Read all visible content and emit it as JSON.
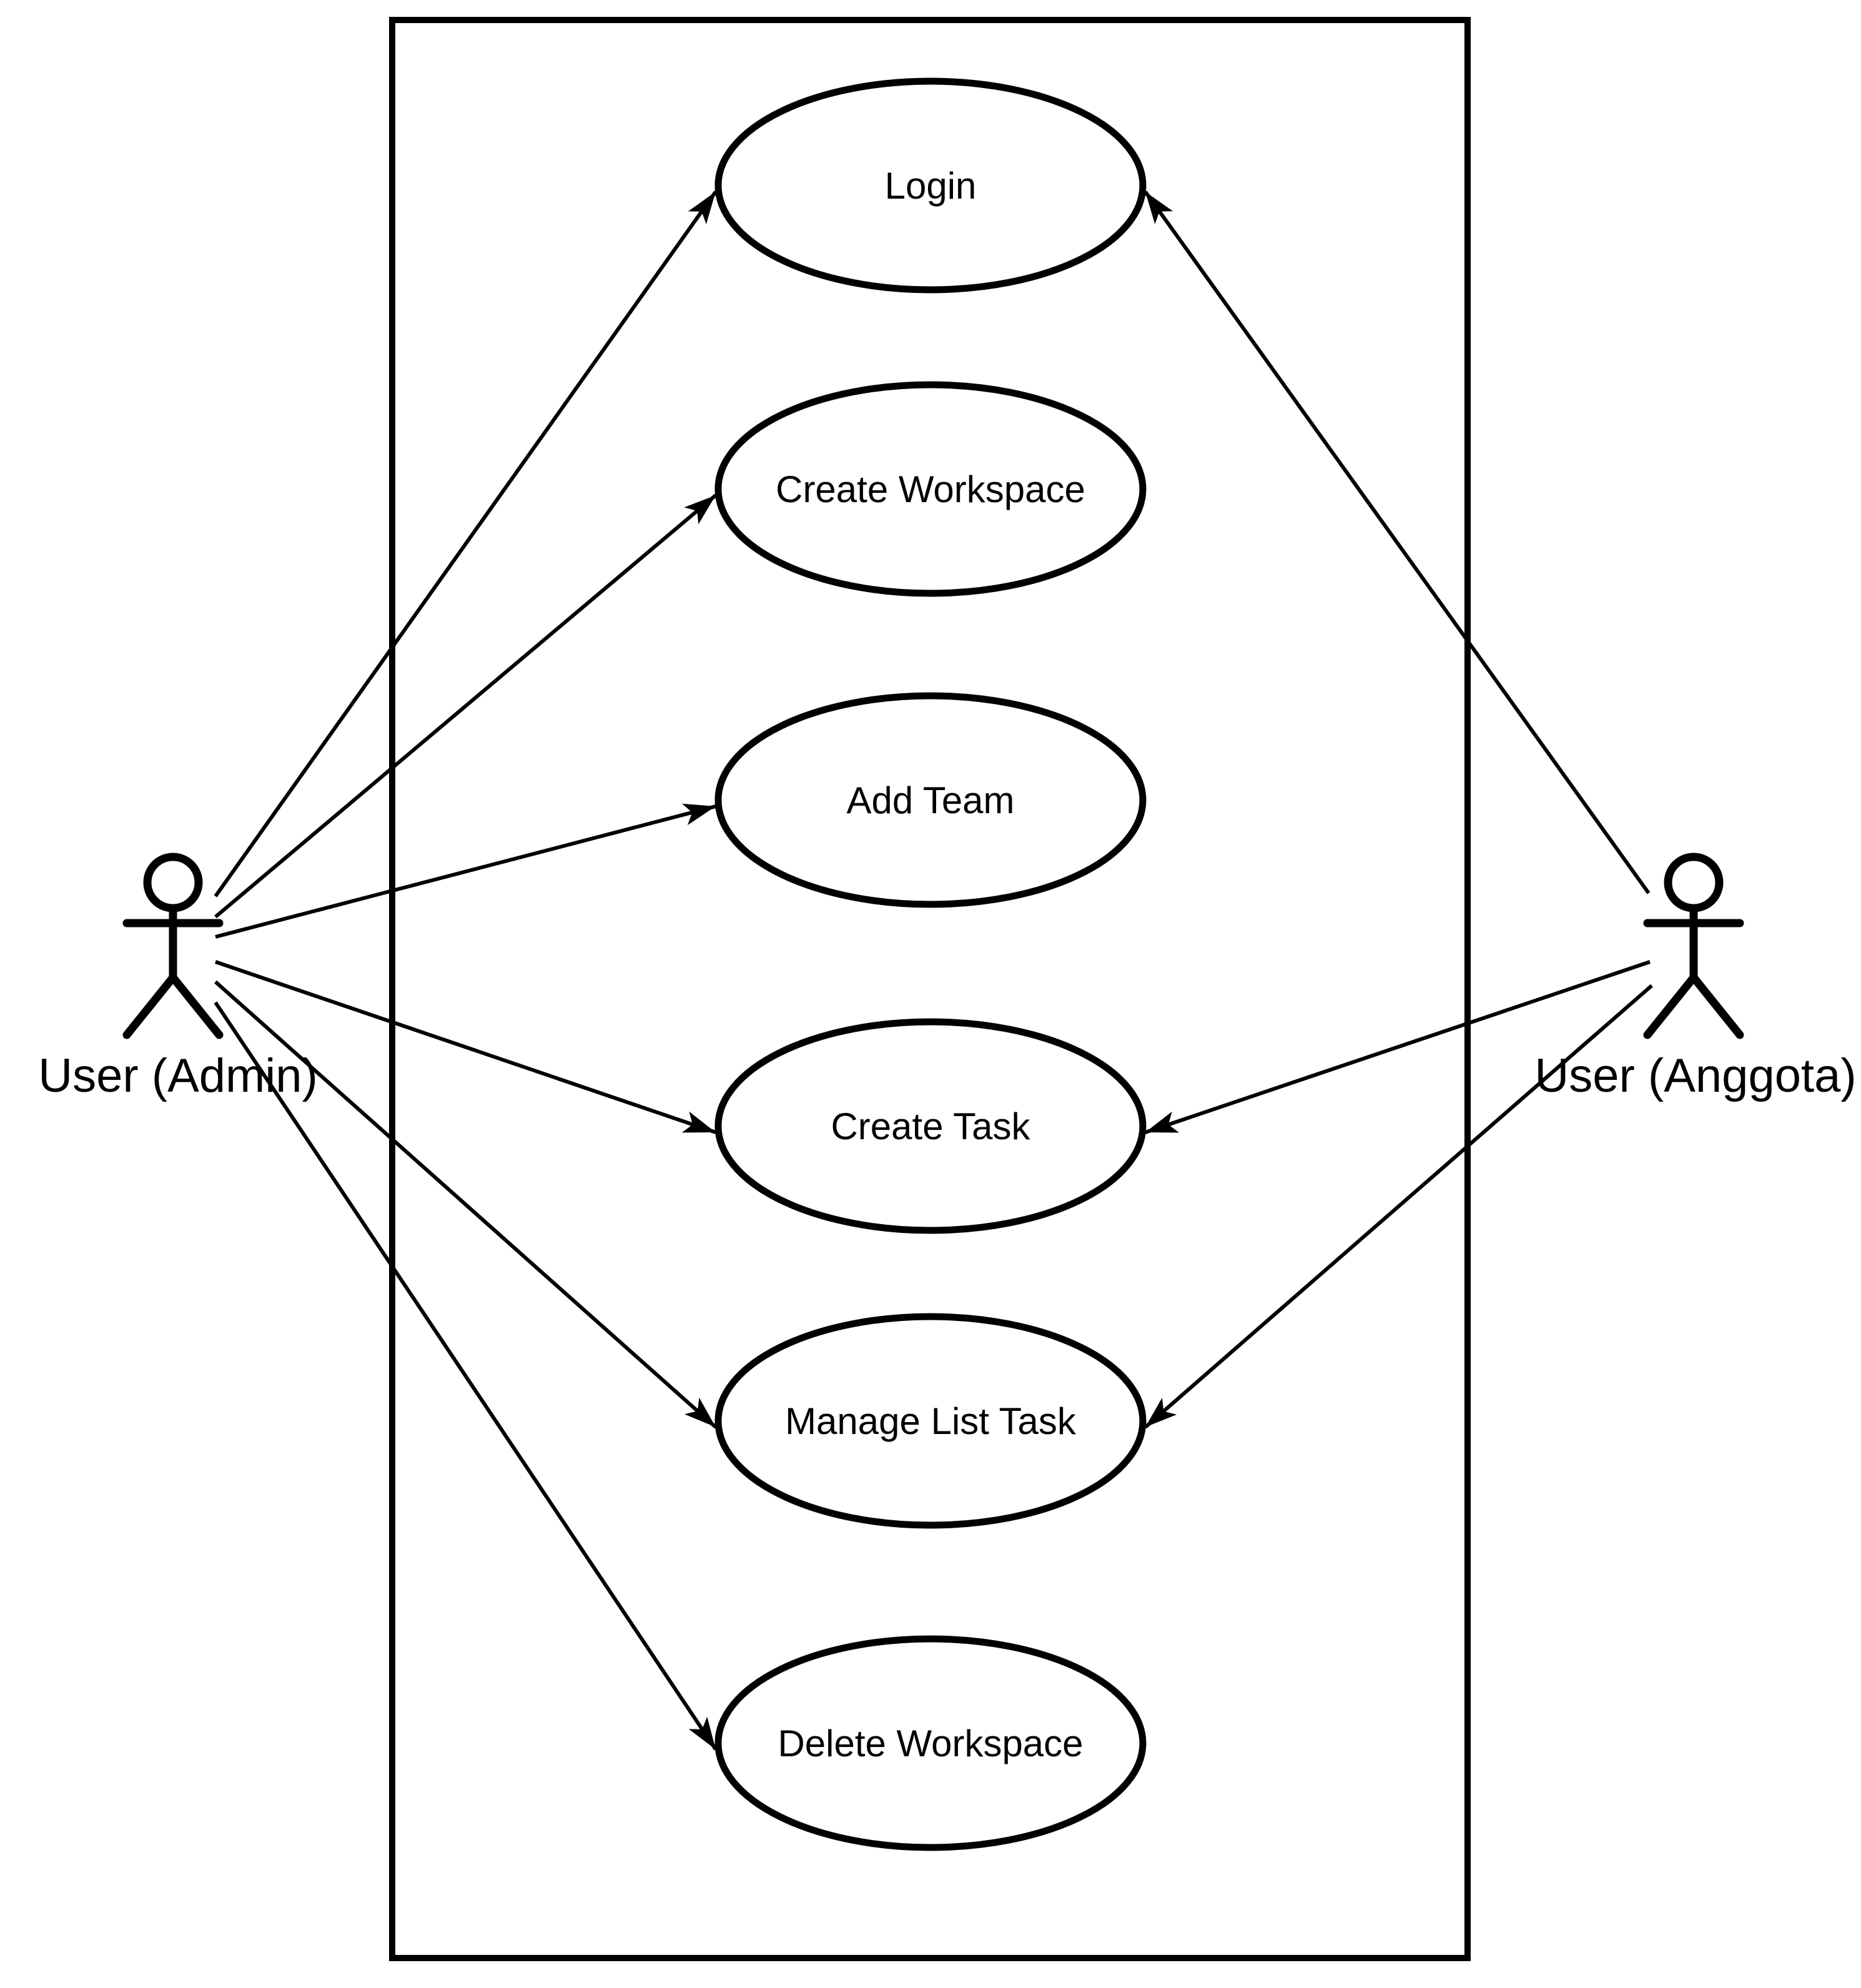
{
  "diagram": {
    "type": "uml-use-case-diagram",
    "colors": {
      "stroke": "#000000",
      "shape_fill": "#ffffff",
      "background": "#ffffff"
    },
    "actors": {
      "admin": {
        "label": "User (Admin)",
        "position": "left"
      },
      "anggota": {
        "label": "User (Anggota)",
        "position": "right"
      }
    },
    "use_cases": {
      "login": {
        "label": "Login"
      },
      "create_workspace": {
        "label": "Create Workspace"
      },
      "add_team": {
        "label": "Add Team"
      },
      "create_task": {
        "label": "Create Task"
      },
      "manage_list_task": {
        "label": "Manage List Task"
      },
      "delete_workspace": {
        "label": "Delete Workspace"
      }
    },
    "associations": [
      {
        "from": "User (Admin)",
        "to": "Login",
        "arrow": "into-use-case"
      },
      {
        "from": "User (Admin)",
        "to": "Create Workspace",
        "arrow": "into-use-case"
      },
      {
        "from": "User (Admin)",
        "to": "Add Team",
        "arrow": "into-use-case"
      },
      {
        "from": "User (Admin)",
        "to": "Create Task",
        "arrow": "into-use-case"
      },
      {
        "from": "User (Admin)",
        "to": "Manage List Task",
        "arrow": "into-use-case"
      },
      {
        "from": "User (Admin)",
        "to": "Delete Workspace",
        "arrow": "into-use-case"
      },
      {
        "from": "User (Anggota)",
        "to": "Login",
        "arrow": "into-use-case"
      },
      {
        "from": "User (Anggota)",
        "to": "Create Task",
        "arrow": "into-use-case"
      },
      {
        "from": "User (Anggota)",
        "to": "Manage List Task",
        "arrow": "into-use-case"
      }
    ]
  }
}
